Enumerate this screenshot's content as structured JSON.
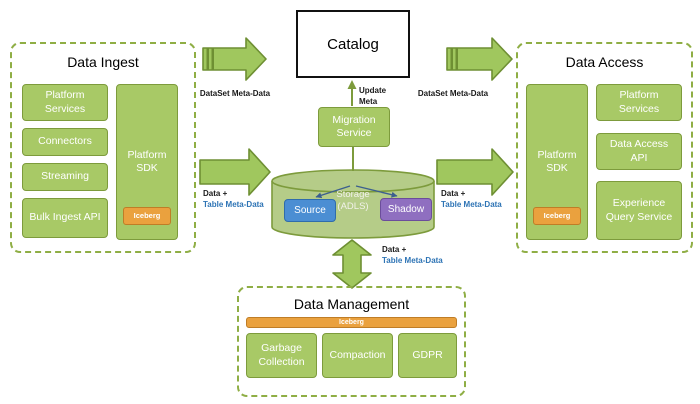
{
  "colors": {
    "green_fill": "#a8c966",
    "green_border": "#7d9b3c",
    "dash_border": "#8fae45",
    "arrow_fill": "#a0c75e",
    "arrow_border": "#6e8f33",
    "orange_fill": "#eaa13e",
    "orange_border": "#bf7d26",
    "blue_fill": "#4b8ed3",
    "blue_border": "#2f6cab",
    "purple_fill": "#8f6fc0",
    "purple_border": "#6b4d9b",
    "cylinder_fill": "#b5cc88",
    "blue_text": "#2e74b5"
  },
  "catalog": {
    "title": "Catalog"
  },
  "data_ingest": {
    "title": "Data Ingest",
    "items": [
      "Platform Services",
      "Connectors",
      "Streaming",
      "Bulk Ingest API"
    ],
    "sdk_label": "Platform SDK",
    "sdk_badge": "Iceberg"
  },
  "data_access": {
    "title": "Data Access",
    "items": [
      "Platform Services",
      "Data Access API",
      "Experience Query Service"
    ],
    "sdk_label": "Platform SDK",
    "sdk_badge": "Iceberg"
  },
  "migration": {
    "label": "Migration Service"
  },
  "storage": {
    "name_line1": "Storage",
    "name_line2": "(ADLS)",
    "source": "Source",
    "shadow": "Shadow"
  },
  "data_management": {
    "title": "Data Management",
    "bar_label": "Iceberg",
    "items": [
      "Garbage Collection",
      "Compaction",
      "GDPR"
    ]
  },
  "labels": {
    "dataset_meta_left": "DataSet Meta-Data",
    "dataset_meta_right": "DataSet Meta-Data",
    "update_meta_line1": "Update",
    "update_meta_line2": "Meta",
    "data_plus": "Data +",
    "table_meta": "Table Meta-Data"
  }
}
